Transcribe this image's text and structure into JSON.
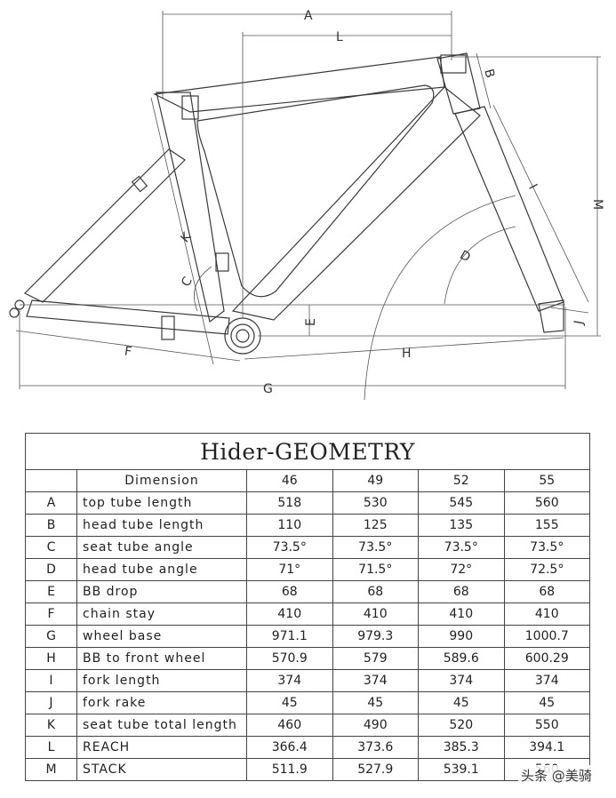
{
  "diagram": {
    "dimension_letters": [
      "A",
      "L",
      "B",
      "M",
      "I",
      "D",
      "K",
      "C",
      "E",
      "J",
      "F",
      "H",
      "G"
    ]
  },
  "table": {
    "title": "Hider-GEOMETRY",
    "header_label": "Dimension",
    "sizes": [
      "46",
      "49",
      "52",
      "55"
    ],
    "rows": [
      {
        "code": "A",
        "name": "top tube length",
        "values": [
          "518",
          "530",
          "545",
          "560"
        ]
      },
      {
        "code": "B",
        "name": "head tube length",
        "values": [
          "110",
          "125",
          "135",
          "155"
        ]
      },
      {
        "code": "C",
        "name": "seat tube angle",
        "values": [
          "73.5°",
          "73.5°",
          "73.5°",
          "73.5°"
        ]
      },
      {
        "code": "D",
        "name": "head tube angle",
        "values": [
          "71°",
          "71.5°",
          "72°",
          "72.5°"
        ]
      },
      {
        "code": "E",
        "name": "BB drop",
        "values": [
          "68",
          "68",
          "68",
          "68"
        ]
      },
      {
        "code": "F",
        "name": "chain stay",
        "values": [
          "410",
          "410",
          "410",
          "410"
        ]
      },
      {
        "code": "G",
        "name": "wheel base",
        "values": [
          "971.1",
          "979.3",
          "990",
          "1000.7"
        ]
      },
      {
        "code": "H",
        "name": "BB to front wheel",
        "values": [
          "570.9",
          "579",
          "589.6",
          "600.29"
        ]
      },
      {
        "code": "I",
        "name": "fork length",
        "values": [
          "374",
          "374",
          "374",
          "374"
        ]
      },
      {
        "code": "J",
        "name": "fork rake",
        "values": [
          "45",
          "45",
          "45",
          "45"
        ]
      },
      {
        "code": "K",
        "name": "seat tube total length",
        "values": [
          "460",
          "490",
          "520",
          "550"
        ]
      },
      {
        "code": "L",
        "name": "REACH",
        "values": [
          "366.4",
          "373.6",
          "385.3",
          "394.1"
        ]
      },
      {
        "code": "M",
        "name": "STACK",
        "values": [
          "511.9",
          "527.9",
          "539.1",
          "560"
        ]
      }
    ]
  },
  "watermark": "头条 @美骑",
  "colors": {
    "line": "#3a3a3a",
    "text": "#222222",
    "background": "#ffffff"
  }
}
